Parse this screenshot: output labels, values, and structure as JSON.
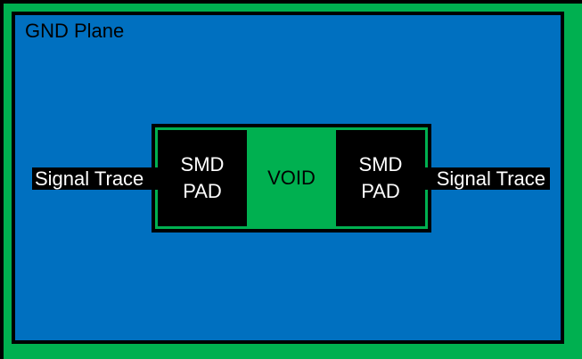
{
  "gnd_plane": {
    "label": "GND Plane"
  },
  "pads": {
    "left": {
      "line1": "SMD",
      "line2": "PAD"
    },
    "right": {
      "line1": "SMD",
      "line2": "PAD"
    }
  },
  "void": {
    "label": "VOID"
  },
  "traces": {
    "left": {
      "label": "Signal Trace"
    },
    "right": {
      "label": "Signal Trace"
    }
  },
  "colors": {
    "plane_green": "#00B050",
    "substrate_blue": "#0070C0",
    "copper_black": "#000000",
    "label_white": "#FFFFFF"
  }
}
